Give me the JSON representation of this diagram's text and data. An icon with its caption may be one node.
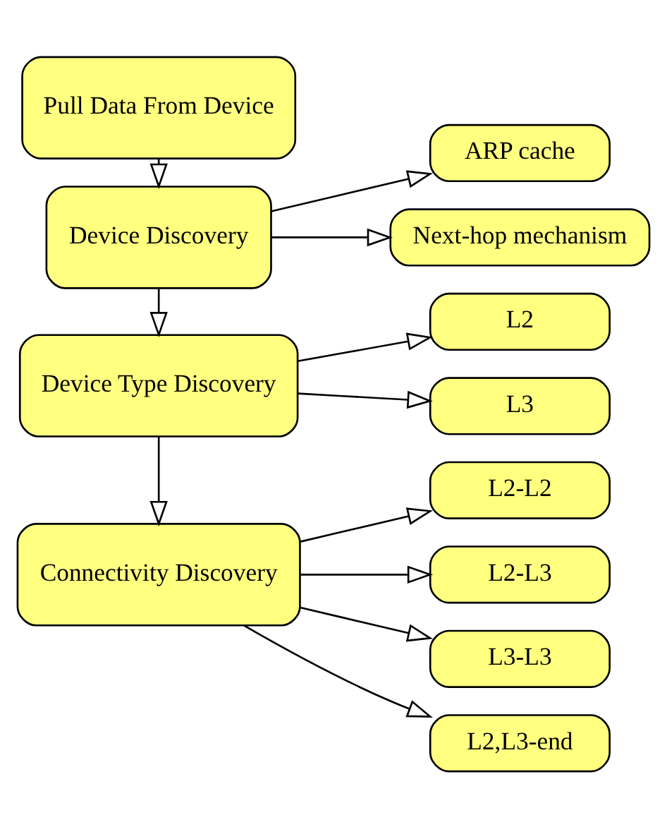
{
  "diagram": {
    "nodes": [
      {
        "text": [
          "Pull Data From Device"
        ]
      },
      {
        "text": [
          "Device Discovery"
        ]
      },
      {
        "text": [
          "Device Type Discovery"
        ]
      },
      {
        "text": [
          "Connectivity Discovery"
        ]
      },
      {
        "text": [
          "ARP cache"
        ]
      },
      {
        "text": [
          "Next-hop mechanism"
        ]
      },
      {
        "text": [
          "L2"
        ]
      },
      {
        "text": [
          "L3"
        ]
      },
      {
        "text": [
          "L2-L2"
        ]
      },
      {
        "text": [
          "L2-L3"
        ]
      },
      {
        "text": [
          "L3-L3"
        ]
      },
      {
        "text": [
          "L2,L3-end"
        ]
      }
    ],
    "edges": [
      {
        "from": 0,
        "to": 1,
        "arrow": "to"
      },
      {
        "from": 1,
        "to": 2,
        "arrow": "to"
      },
      {
        "from": 2,
        "to": 3,
        "arrow": "to"
      },
      {
        "from": 1,
        "to": 4,
        "arrow": "to"
      },
      {
        "from": 1,
        "to": 5,
        "arrow": "to"
      },
      {
        "from": 2,
        "to": 6,
        "arrow": "to"
      },
      {
        "from": 2,
        "to": 7,
        "arrow": "to"
      },
      {
        "from": 3,
        "to": 8,
        "arrow": "to"
      },
      {
        "from": 3,
        "to": 9,
        "arrow": "to"
      },
      {
        "from": 3,
        "to": 10,
        "arrow": "to"
      },
      {
        "from": 3,
        "to": 11,
        "arrow": "to"
      }
    ]
  }
}
